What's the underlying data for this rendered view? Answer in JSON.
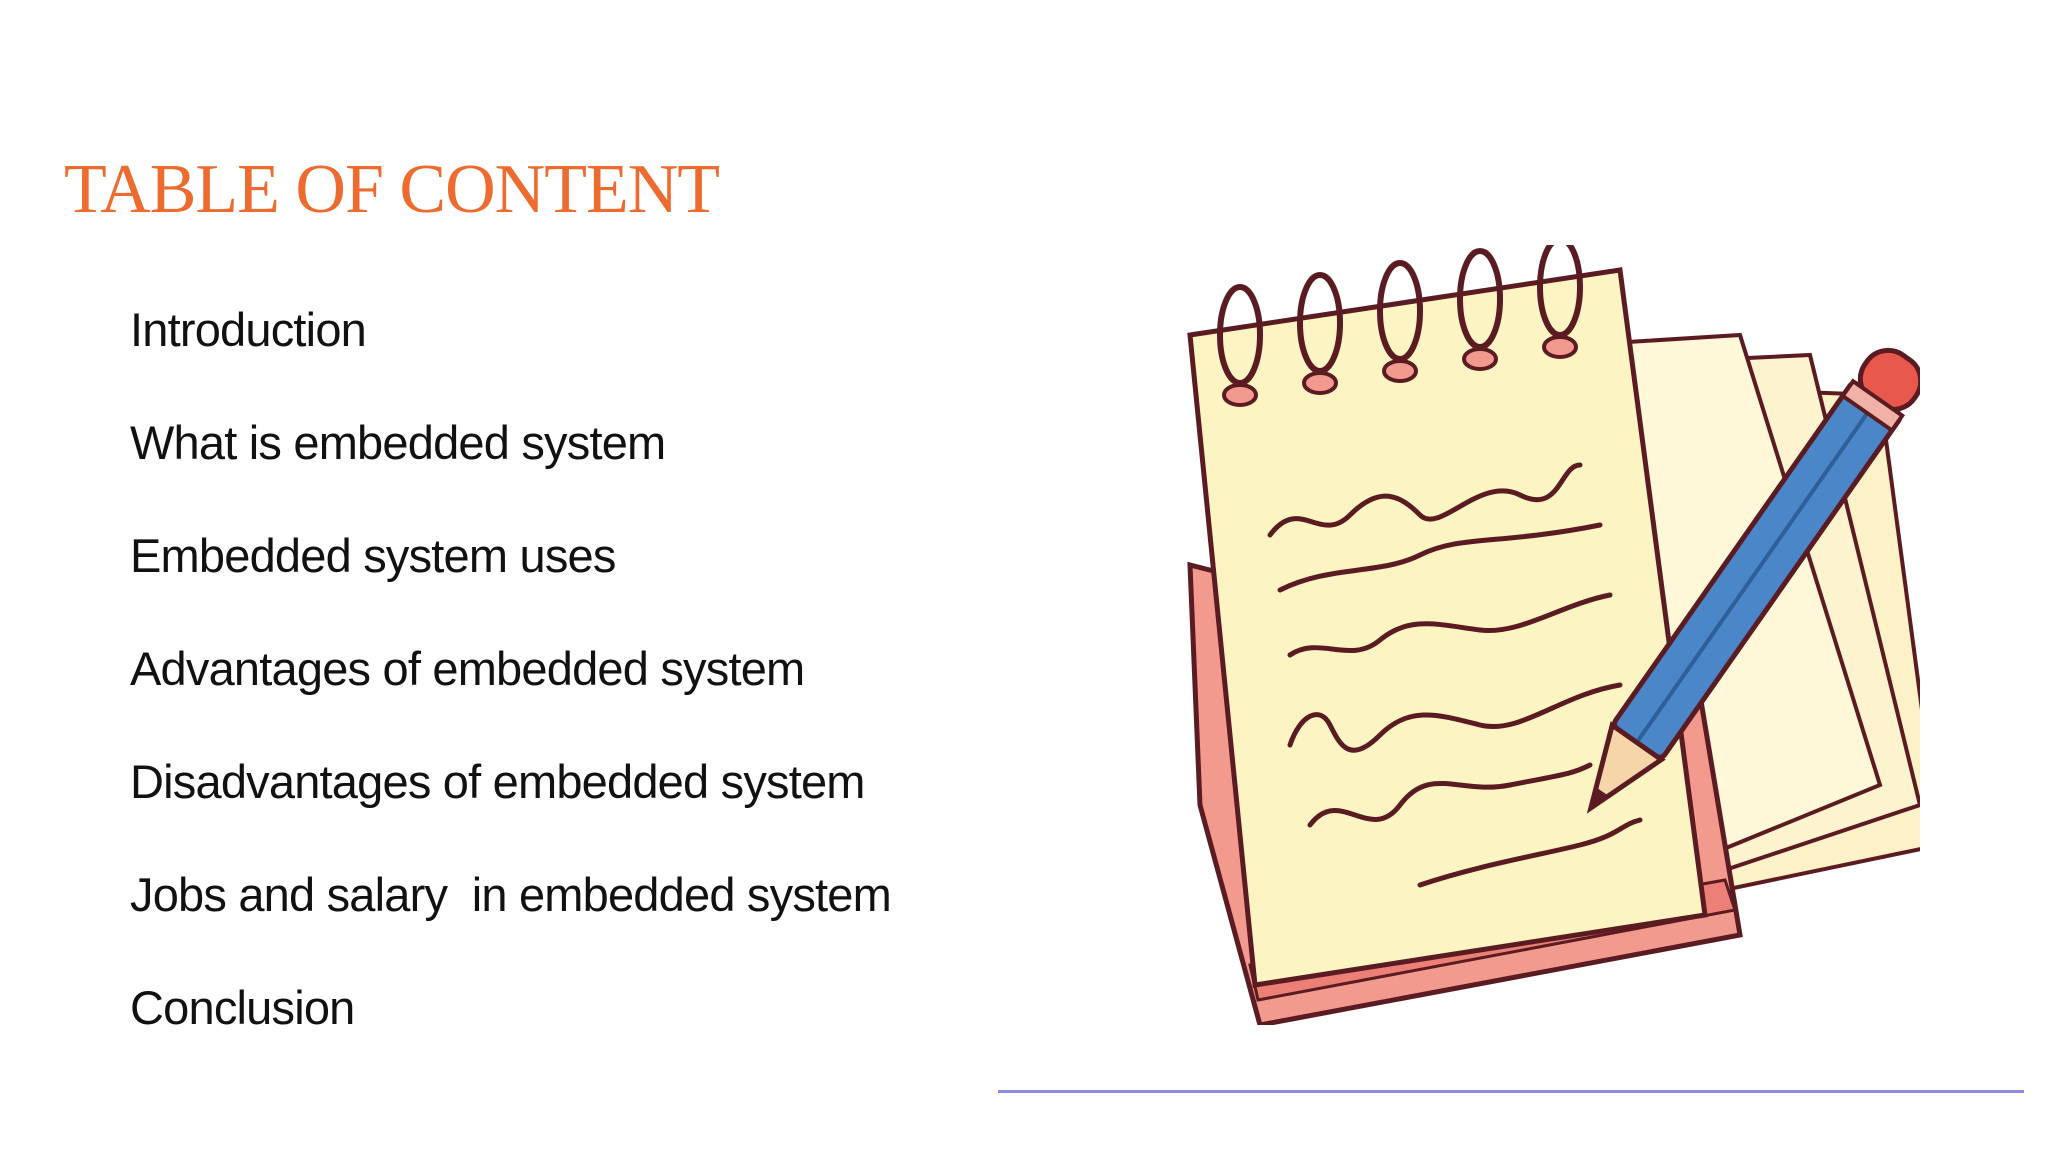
{
  "slide": {
    "title": "TABLE OF CONTENT",
    "items": [
      "Introduction",
      "What is embedded system",
      "Embedded system uses",
      "Advantages of embedded system",
      "Disadvantages of embedded system",
      "Jobs and salary  in embedded system",
      "Conclusion"
    ]
  },
  "colors": {
    "title": "#ee6b2f",
    "text": "#111111",
    "footer_line": "#8c8ce0",
    "paper": "#fdf4c4",
    "page_edge": "#f39a8f",
    "pencil": "#4a86c8",
    "eraser": "#e8584c"
  },
  "illustration": {
    "icon": "notebook-pencil-icon"
  }
}
